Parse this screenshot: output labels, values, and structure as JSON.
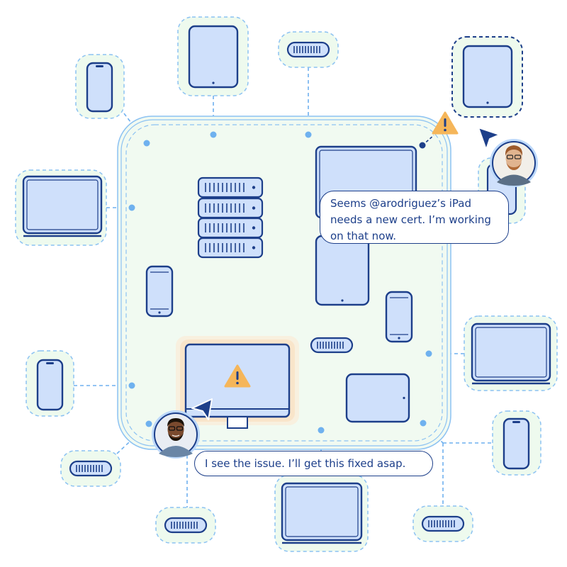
{
  "colors": {
    "ink": "#1d3f8a",
    "device_fill": "#cfe0fb",
    "halo_fill": "#eefaee",
    "zone_fill": "#f1faf1",
    "zone_border": "#8cc2f2",
    "connector": "#6fb1ef",
    "alert": "#f5b65a",
    "selected_border": "#1d3f8a"
  },
  "messages": {
    "top_right": "Seems @arodriguez’s iPad needs a new cert. I’m working on that now.",
    "bottom": "I see the issue. I’ll get this fixed asap."
  },
  "icons": {
    "alert": "warning-triangle-icon",
    "cursor": "pointer-arrow-icon",
    "avatar": "user-avatar"
  }
}
